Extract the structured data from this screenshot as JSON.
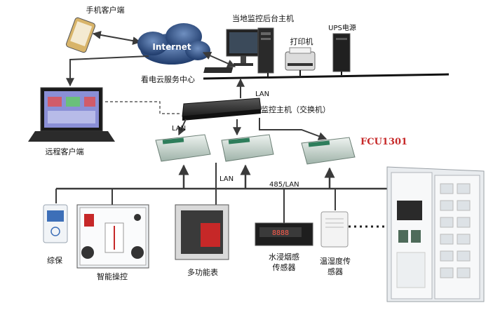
{
  "labels": {
    "mobile_client": "手机客户端",
    "internet": "Internet",
    "cloud_center": "看电云服务中心",
    "local_host": "当地监控后台主机",
    "printer": "打印机",
    "ups": "UPS电源",
    "remote_client": "远程客户端",
    "switch_host": "监控主机（交换机）",
    "fcu": "FCU1301",
    "lan": "LAN",
    "bus_485": "485/LAN",
    "protection": "综保",
    "smart_control": "智能操控",
    "multimeter": "多功能表",
    "water_smoke_1": "水浸烟感",
    "water_smoke_2": "传感器",
    "temp_humidity_1": "温湿度传",
    "temp_humidity_2": "感器"
  },
  "colors": {
    "line": "#3a3a3a",
    "fcu_red": "#c62828",
    "cloud": "#2f4f7f",
    "switch_body": "#2b2b2b",
    "module_body": "#cfd9d4",
    "cabinet": "#e9ecef"
  }
}
